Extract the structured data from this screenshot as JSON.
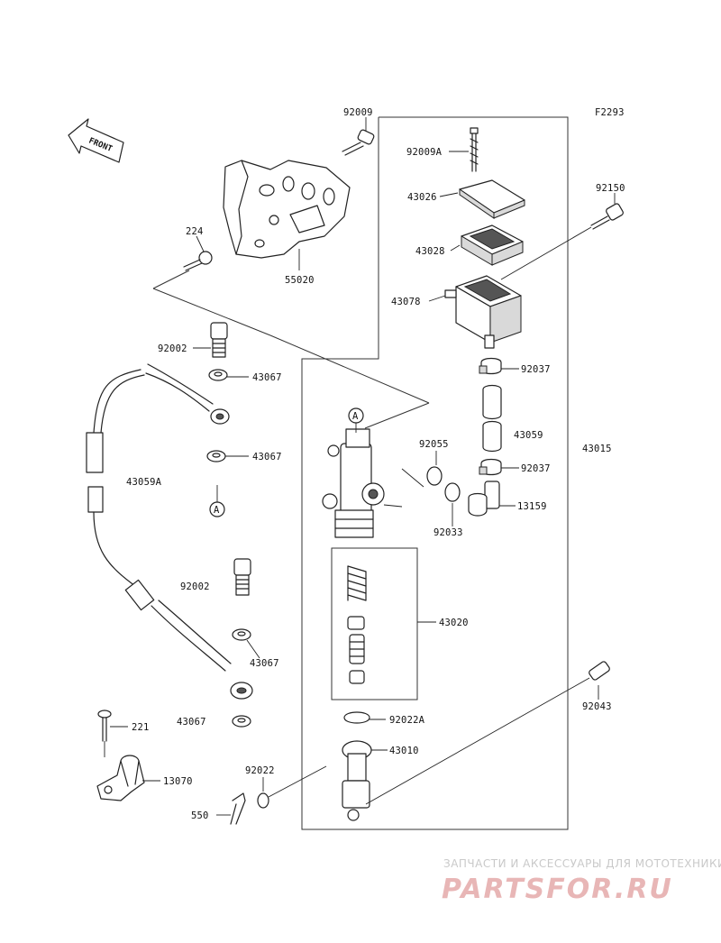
{
  "figure_code": "F2293",
  "front_label": "FRONT",
  "watermark": {
    "tagline": "ЗАПЧАСТИ И АКСЕССУАРЫ ДЛЯ МОТОТЕХНИКИ",
    "logo": "PARTSFOR.RU"
  },
  "circle_ref": "A",
  "part_numbers": {
    "p92009": "92009",
    "p92009A": "92009A",
    "p43026": "43026",
    "p92150": "92150",
    "p43028": "43028",
    "p224": "224",
    "p55020": "55020",
    "p43078": "43078",
    "p92002a": "92002",
    "p43067a": "43067",
    "p92037a": "92037",
    "p43059": "43059",
    "p92055": "92055",
    "p43015": "43015",
    "p43067b": "43067",
    "p92037b": "92037",
    "p43059A": "43059A",
    "p13159": "13159",
    "p92033": "92033",
    "p92002b": "92002",
    "p43020": "43020",
    "p43067c": "43067",
    "p43067d": "43067",
    "p92043": "92043",
    "p221": "221",
    "p92022A": "92022A",
    "p43010": "43010",
    "p92022": "92022",
    "p13070": "13070",
    "p550": "550"
  }
}
